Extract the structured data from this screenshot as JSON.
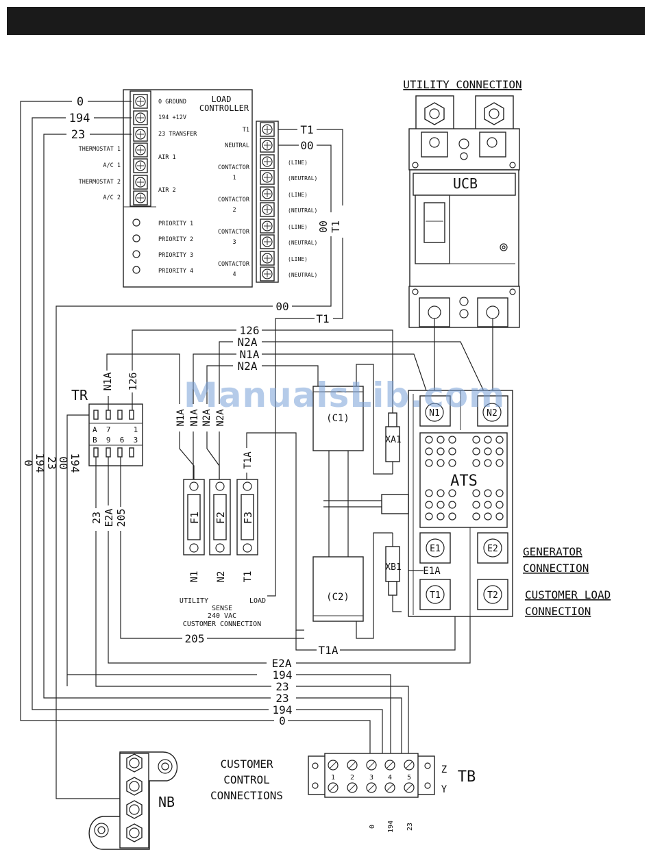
{
  "title_bar": "",
  "utility_connection": "UTILITY CONNECTION",
  "ucb": "UCB",
  "load_controller": {
    "title_line1": "LOAD",
    "title_line2": "CONTROLLER",
    "left_terminals": [
      "0 GROUND",
      "194 +12V",
      "23 TRANSFER",
      "AIR 1",
      "AIR 2"
    ],
    "left_labels": [
      "THERMOSTAT 1",
      "A/C 1",
      "THERMOSTAT 2",
      "A/C 2"
    ],
    "priorities": [
      "PRIORITY 1",
      "PRIORITY 2",
      "PRIORITY 3",
      "PRIORITY 4"
    ],
    "right_labels": [
      "T1",
      "NEUTRAL",
      "CONTACTOR",
      "1",
      "CONTACTOR",
      "2",
      "CONTACTOR",
      "3",
      "CONTACTOR",
      "4"
    ],
    "right_terminals": [
      "(LINE)",
      "(NEUTRAL)",
      "(LINE)",
      "(NEUTRAL)",
      "(LINE)",
      "(NEUTRAL)",
      "(LINE)",
      "(NEUTRAL)"
    ]
  },
  "wire_labels": {
    "w0": "0",
    "w194": "194",
    "w23": "23",
    "wT1": "T1",
    "w00": "00",
    "w126": "126",
    "wN2A": "N2A",
    "wN1A": "N1A",
    "w205": "205",
    "wT1A": "T1A",
    "wE2A": "E2A",
    "wE1A": "E1A"
  },
  "vertical_labels": {
    "v00": "00",
    "vT1": "T1",
    "vN1A": "N1A",
    "v126": "126",
    "fN1A_a": "N1A",
    "fN1A_b": "N1A",
    "fN2A_a": "N2A",
    "fN2A_b": "N2A",
    "fT1A": "T1A",
    "bus0": "0",
    "bus194": "194",
    "bus23": "23",
    "bus00": "00",
    "bus194b": "194",
    "tr23": "23",
    "trE2A": "E2A",
    "tr205": "205",
    "fN1": "N1",
    "fN2": "N2",
    "fT1": "T1",
    "tb0": "0",
    "tb194": "194",
    "tb23": "23"
  },
  "tr": {
    "name": "TR",
    "row1": "A  7     1",
    "row2": "B  9  6  3"
  },
  "fuses": [
    "F1",
    "F2",
    "F3"
  ],
  "sense_text": [
    "UTILITY",
    "SENSE",
    "LOAD",
    "240 VAC",
    "CUSTOMER CONNECTION"
  ],
  "ats": {
    "name": "ATS",
    "c1": "(C1)",
    "c2": "(C2)",
    "xa1": "XA1",
    "xb1": "XB1",
    "n1": "N1",
    "n2": "N2",
    "e1": "E1",
    "e2": "E2",
    "t1": "T1",
    "t2": "T2"
  },
  "generator_connection": [
    "GENERATOR",
    "CONNECTION"
  ],
  "customer_load_connection": [
    "CUSTOMER LOAD",
    "CONNECTION"
  ],
  "customer_control": [
    "CUSTOMER",
    "CONTROL",
    "CONNECTIONS"
  ],
  "tb": {
    "name": "TB",
    "terminals": [
      "1",
      "2",
      "3",
      "4",
      "5"
    ],
    "z": "Z",
    "y": "Y"
  },
  "nb": "NB",
  "watermark": "ManualsLib.com"
}
